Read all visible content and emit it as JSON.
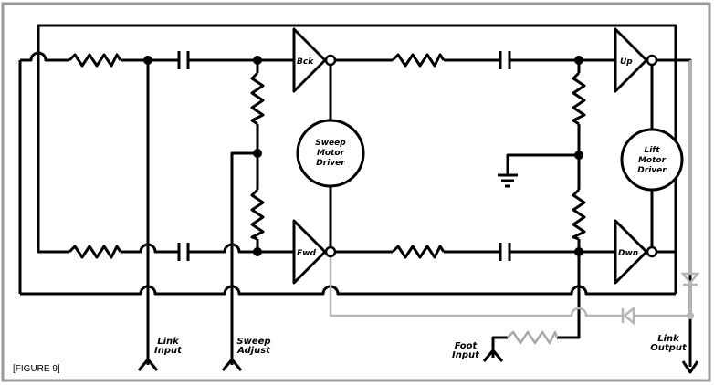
{
  "figure_label": "[FIGURE 9]",
  "amplifiers": {
    "bck": "Bck",
    "fwd": "Fwd",
    "up": "Up",
    "dwn": "Dwn"
  },
  "motors": {
    "sweep": [
      "Sweep",
      "Motor",
      "Driver"
    ],
    "lift": [
      "Lift",
      "Motor",
      "Driver"
    ]
  },
  "terminals": {
    "link_input": [
      "Link",
      "Input"
    ],
    "sweep_adjust": [
      "Sweep",
      "Adjust"
    ],
    "foot_input": [
      "Foot",
      "Input"
    ],
    "link_output": [
      "Link",
      "Output"
    ]
  },
  "colors": {
    "wire": "#000000",
    "feedback_wire": "#b5b5b5",
    "frame": "#999999"
  }
}
